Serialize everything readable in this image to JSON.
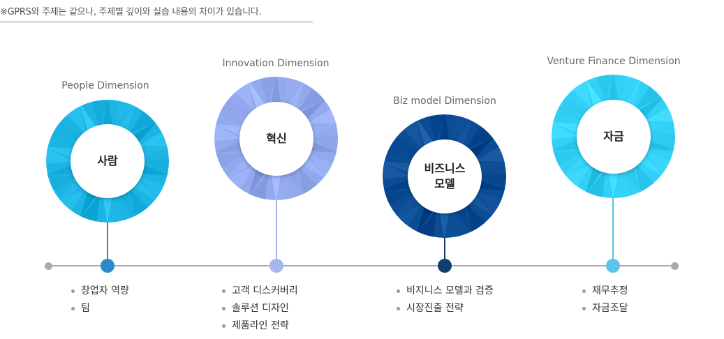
{
  "note": "※GPRS와 주제는 같으나, 주제별 깊이와 실습 내용의 차이가 있습니다.",
  "dimensions": [
    {
      "label": "People Dimension",
      "title": "사람",
      "color": "#1cb4e3",
      "items": [
        "창업자 역량",
        "팀"
      ]
    },
    {
      "label": "Innovation Dimension",
      "title": "혁신",
      "color": "#93a9ee",
      "items": [
        "고객 디스커버리",
        "솔루션 디자인",
        "제품라인 전략"
      ]
    },
    {
      "label": "Biz model Dimension",
      "title": "비즈니스\n모델",
      "color": "#0b4d94",
      "items": [
        "비지니스 모델과 검증",
        "시장진출 전략"
      ]
    },
    {
      "label": "Venture Finance Dimension",
      "title": "자금",
      "color": "#32cff6",
      "items": [
        "재무추정",
        "자금조달"
      ]
    }
  ]
}
